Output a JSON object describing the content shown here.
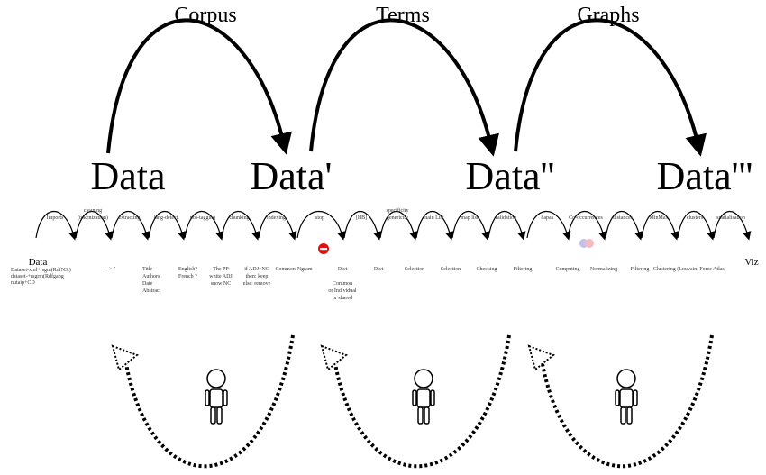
{
  "stages": [
    "Corpus",
    "Terms",
    "Graphs"
  ],
  "data_states": [
    "Data",
    "Data'",
    "Data''",
    "Data'''"
  ],
  "start_label": "Data",
  "start_notes": [
    "Dataset-xml+rsgm(RdfN3t)",
    "dataset-+rsgrm(Rdfgapg",
    "nutaip+CD"
  ],
  "end_label": "Viz",
  "steps": [
    {
      "top": "Imports",
      "bottom": []
    },
    {
      "top": "cleaning (tokenization)",
      "bottom": [
        "' -> ''"
      ]
    },
    {
      "top": "extracting",
      "bottom": [
        "Title",
        "Authors",
        "Date",
        "Abstract"
      ]
    },
    {
      "top": "lang-detect",
      "bottom": [
        "English?",
        "French ?"
      ]
    },
    {
      "top": "pos-tagging",
      "bottom": [
        "The PP",
        "white ADJ",
        "snow NC"
      ]
    },
    {
      "top": "chunking",
      "bottom": [
        "if ADJ+NC",
        "then: keep",
        "else: remove"
      ]
    },
    {
      "top": "indexing",
      "bottom": [
        "Common-Ngram"
      ]
    },
    {
      "top": "stop",
      "bottom": [
        "Dict",
        "",
        "Common",
        "or Individual",
        "or shared"
      ]
    },
    {
      "top": "[HB]",
      "bottom": [
        "Dict"
      ]
    },
    {
      "top": "specificity genericity",
      "bottom": [
        "Selection"
      ]
    },
    {
      "top": "main List",
      "bottom": [
        "Selection"
      ]
    },
    {
      "top": "map list",
      "bottom": [
        "Checking"
      ]
    },
    {
      "top": "validation",
      "bottom": [
        "Filtering"
      ]
    },
    {
      "top": "hapax",
      "bottom": [
        "Computing"
      ]
    },
    {
      "top": "Co-occurrences",
      "bottom": [
        "Normalizing"
      ]
    },
    {
      "top": "distances",
      "bottom": [
        "Filtering"
      ]
    },
    {
      "top": "MinMax",
      "bottom": [
        "Clustering (Louvain)"
      ]
    },
    {
      "top": "clusters",
      "bottom": [
        "Force Atlas"
      ]
    },
    {
      "top": "spatialisation",
      "bottom": []
    }
  ],
  "colors": {
    "date_highlight": "#e02020",
    "stop_sign": "#e01010"
  }
}
